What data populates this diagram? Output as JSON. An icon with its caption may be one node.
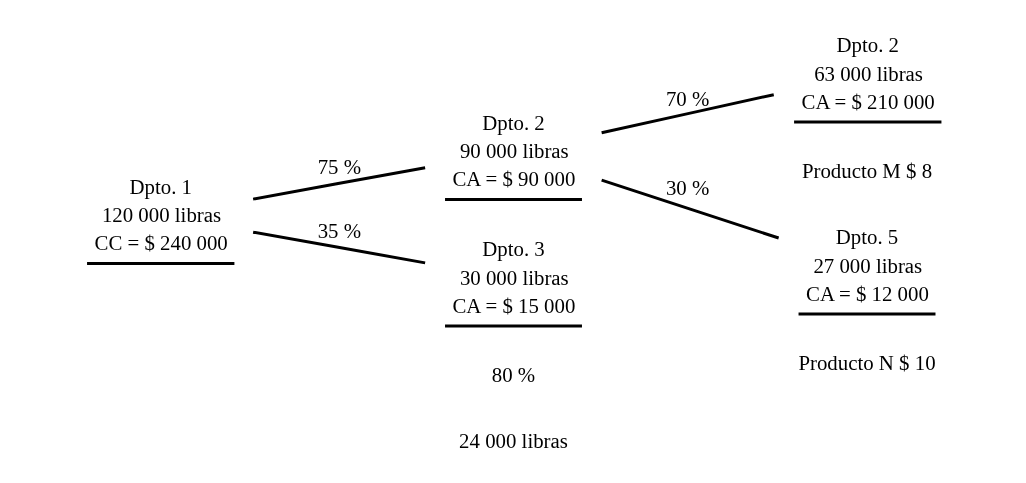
{
  "diagram": {
    "nodes": [
      {
        "text": [
          "Dpto. 1",
          "120 000 libras",
          "CC = $ 240 000"
        ]
      },
      {
        "text": [
          "Dpto. 2",
          "90 000 libras",
          "CA = $ 90 000"
        ]
      },
      {
        "text": [
          "Dpto. 3",
          "30 000 libras",
          "CA = $ 15 000"
        ],
        "beside": [
          "80 %",
          "24 000 libras"
        ]
      },
      {
        "text": [
          "Dpto. 2",
          "63 000 libras",
          "CA = $ 210 000"
        ],
        "beside": [
          "Producto M $ 8"
        ]
      },
      {
        "text": [
          "Dpto. 5",
          "27 000 libras",
          "CA = $ 12 000"
        ],
        "beside": [
          "Producto N $ 10"
        ]
      }
    ],
    "edges": [
      {
        "from": 0,
        "to": 1,
        "arrow": "none",
        "label": "75 %"
      },
      {
        "from": 0,
        "to": 2,
        "arrow": "none",
        "label": "35 %"
      },
      {
        "from": 1,
        "to": 3,
        "arrow": "none",
        "label": "70 %"
      },
      {
        "from": 1,
        "to": 4,
        "arrow": "none",
        "label": "30 %"
      }
    ]
  }
}
